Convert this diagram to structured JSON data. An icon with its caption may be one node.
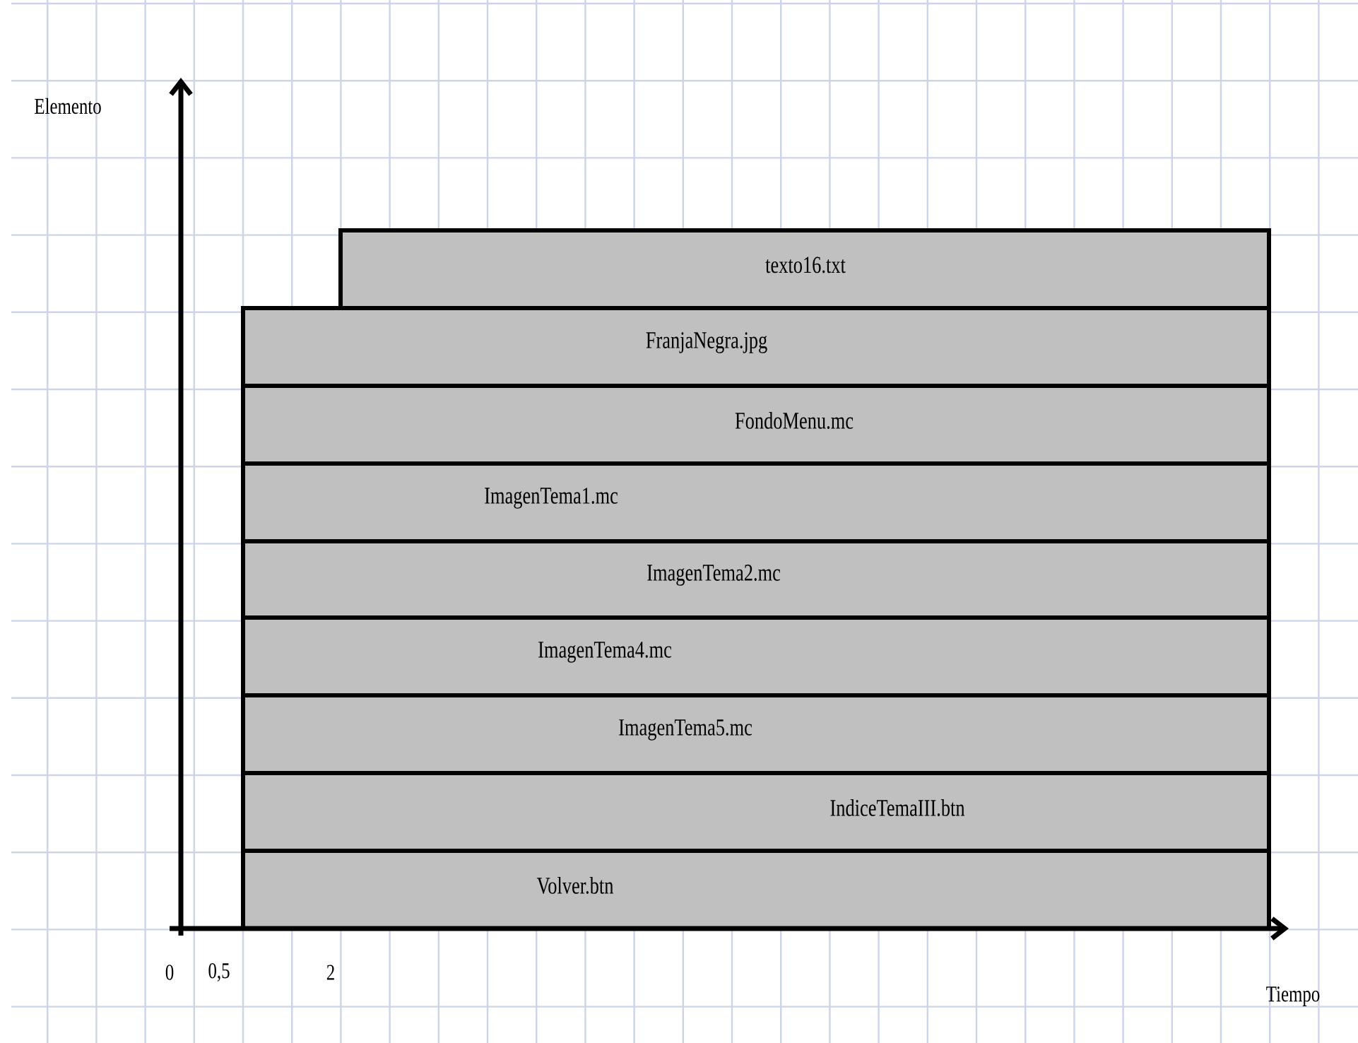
{
  "diagram": {
    "nodes": [
      {
        "text": [
          "texto16.txt"
        ]
      },
      {
        "text": [
          "FranjaNegra.jpg"
        ]
      },
      {
        "text": [
          "FondoMenu.mc"
        ]
      },
      {
        "text": [
          "ImagenTema1.mc"
        ]
      },
      {
        "text": [
          "ImagenTema2.mc"
        ]
      },
      {
        "text": [
          "ImagenTema4.mc"
        ]
      },
      {
        "text": [
          "ImagenTema5.mc"
        ]
      },
      {
        "text": [
          "IndiceTemaIII.btn"
        ]
      },
      {
        "text": [
          "Volver.btn"
        ]
      }
    ],
    "labels": [
      "Elemento",
      "0",
      "0,5",
      "2",
      "Tiempo"
    ]
  }
}
